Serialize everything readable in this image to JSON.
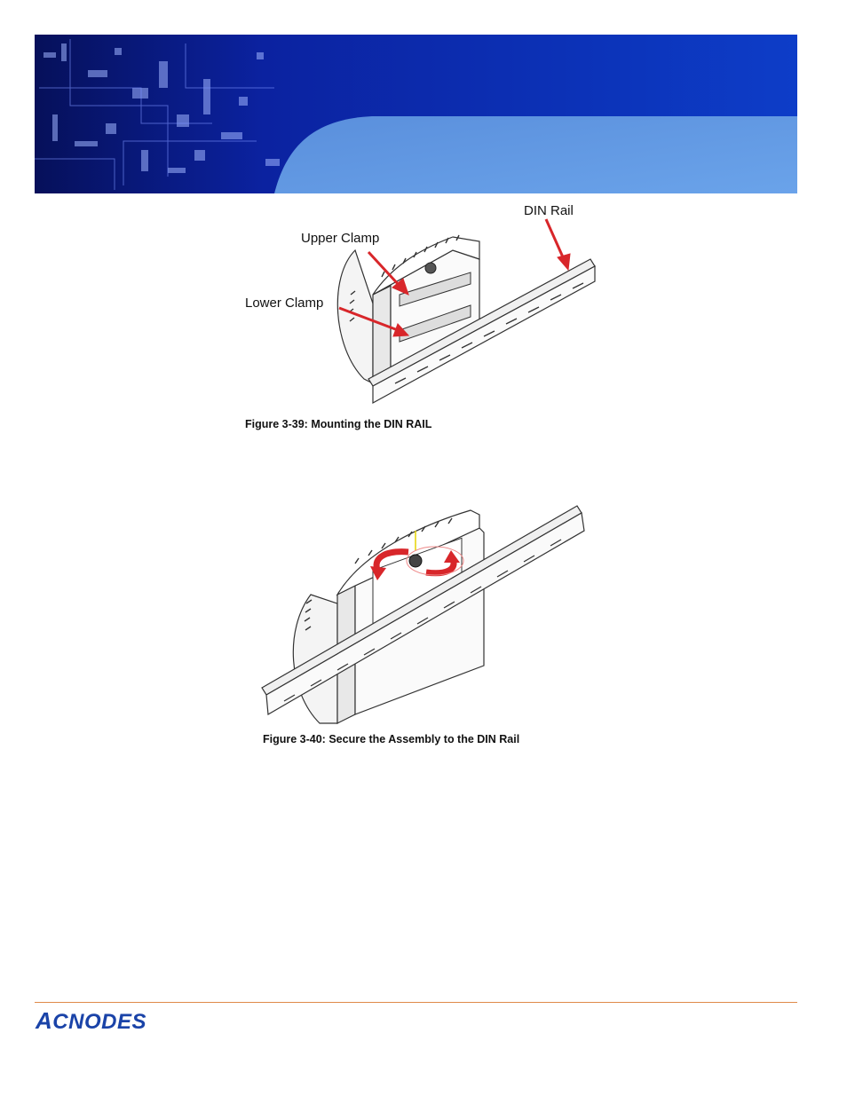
{
  "figures": [
    {
      "caption": "Figure 3-39: Mounting the DIN RAIL",
      "callouts": {
        "din_rail": "DIN Rail",
        "upper_clamp": "Upper Clamp",
        "lower_clamp": "Lower Clamp"
      }
    },
    {
      "caption": "Figure 3-40: Secure the Assembly  to the DIN Rail"
    }
  ],
  "footer": {
    "logo_first": "A",
    "logo_rest": "CNODES",
    "logo_color": "#1a43a8"
  },
  "colors": {
    "header_dark": "#0b1d88",
    "header_light": "#5b95e0",
    "arrow_red": "#d8262a",
    "rule": "#e08a4a"
  }
}
